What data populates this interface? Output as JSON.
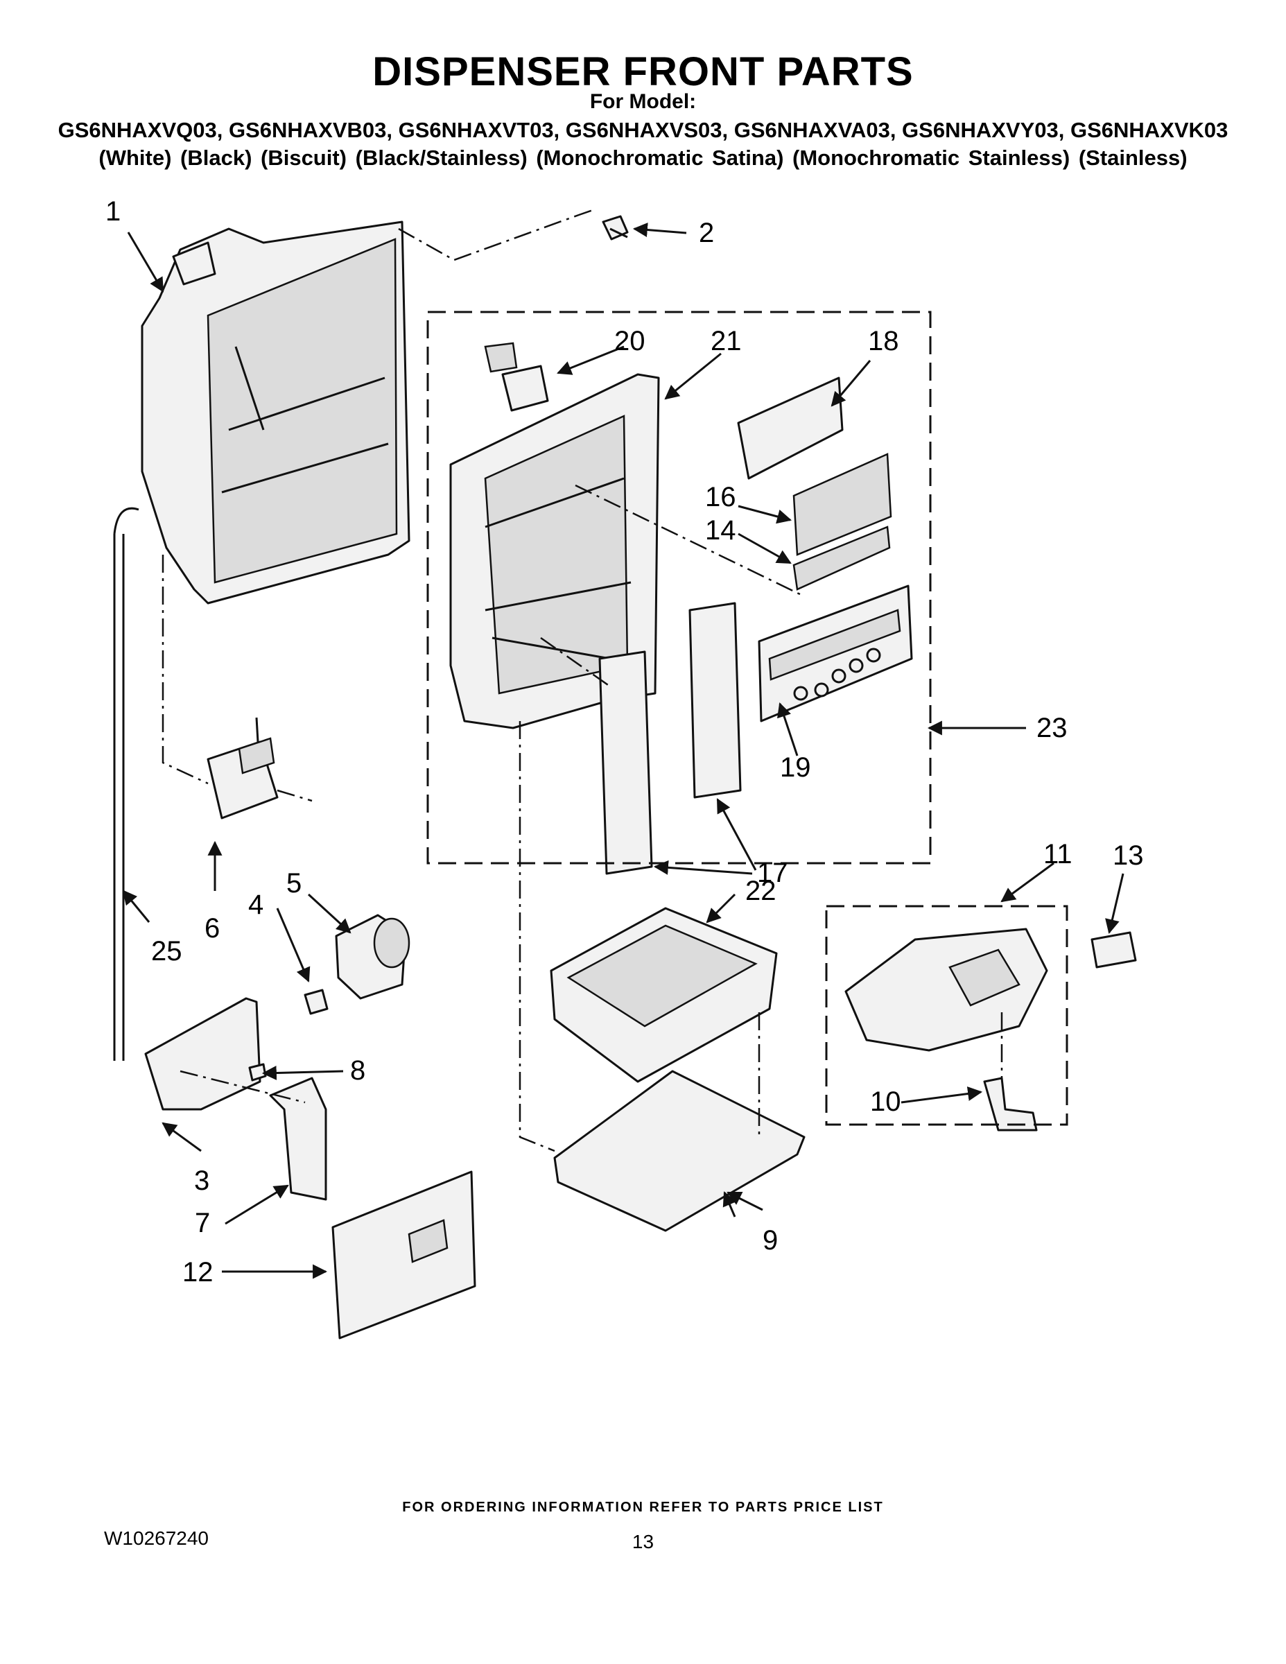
{
  "header": {
    "title": "DISPENSER FRONT PARTS",
    "subtitle": "For Model:",
    "models": "GS6NHAXVQ03, GS6NHAXVB03, GS6NHAXVT03, GS6NHAXVS03, GS6NHAXVA03, GS6NHAXVY03, GS6NHAXVK03",
    "colors": "(White)        (Black)      (Biscuit) (Black/Stainless) (Monochromatic Satina) (Monochromatic Stainless) (Stainless)"
  },
  "callouts": {
    "c1": "1",
    "c2": "2",
    "c3": "3",
    "c4": "4",
    "c5": "5",
    "c6": "6",
    "c7": "7",
    "c8": "8",
    "c9": "9",
    "c10": "10",
    "c11": "11",
    "c12": "12",
    "c13": "13",
    "c14": "14",
    "c16": "16",
    "c17": "17",
    "c18": "18",
    "c19": "19",
    "c20": "20",
    "c21": "21",
    "c22": "22",
    "c23": "23",
    "c25": "25"
  },
  "footer": {
    "note": "FOR ORDERING INFORMATION REFER TO PARTS PRICE LIST",
    "doc_number": "W10267240",
    "page_number": "13"
  }
}
